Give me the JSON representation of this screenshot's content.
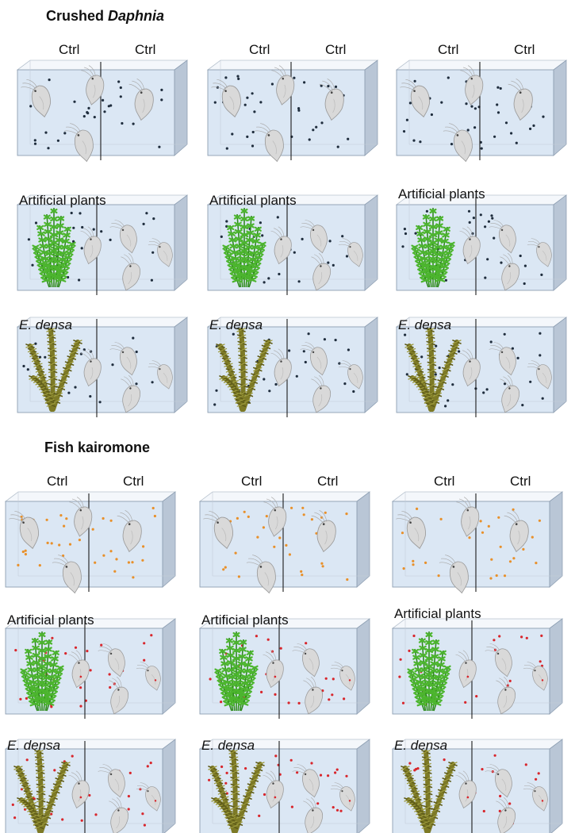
{
  "sections": [
    {
      "title_parts": [
        {
          "text": "Crushed ",
          "italic": false
        },
        {
          "text": "Daphnia",
          "italic": true
        }
      ],
      "stimulus_dot_color": "#1f2d3d",
      "rows": [
        {
          "type": "control",
          "left_label": "Ctrl",
          "right_label": "Ctrl"
        },
        {
          "type": "artificial",
          "label": "Artificial plants"
        },
        {
          "type": "elodea",
          "label": "E. densa"
        }
      ]
    },
    {
      "title_parts": [
        {
          "text": "Fish kairomone",
          "italic": false
        }
      ],
      "stimulus_dot_color_control": "#e8902a",
      "stimulus_dot_color_plants": "#d8262c",
      "rows": [
        {
          "type": "control",
          "left_label": "Ctrl",
          "right_label": "Ctrl"
        },
        {
          "type": "artificial",
          "label": "Artificial plants"
        },
        {
          "type": "elodea",
          "label": "E. densa"
        }
      ]
    }
  ],
  "colors": {
    "water": "#dbe7f4",
    "tank_edge": "#8e9fb3",
    "tank_top": "#f4f7fb",
    "tank_side": "#b9c6d6",
    "artificial_plant": "#4cb52e",
    "elodea_plant": "#7d7a26",
    "daphnia": "#d9d9d9"
  }
}
